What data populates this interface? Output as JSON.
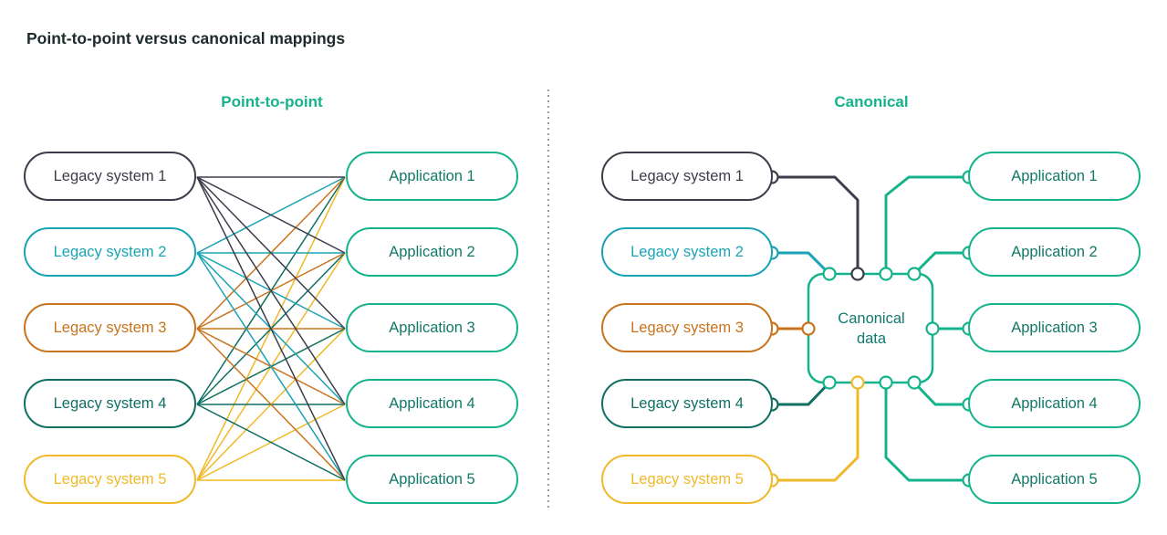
{
  "title": "Point-to-point versus canonical mappings",
  "colors": {
    "legacy1": "#3c3d4a",
    "legacy2": "#1aa3b4",
    "legacy3": "#c9731c",
    "legacy4": "#0f6f63",
    "legacy5": "#f0b92a",
    "app_border": "#15b38c",
    "app_text": "#127866",
    "panel_title": "#15b38c",
    "divider": "#9a9a9a"
  },
  "point_to_point": {
    "title": "Point-to-point",
    "legacy": [
      "Legacy system 1",
      "Legacy system 2",
      "Legacy system 3",
      "Legacy system 4",
      "Legacy system 5"
    ],
    "apps": [
      "Application 1",
      "Application 2",
      "Application 3",
      "Application 4",
      "Application 5"
    ]
  },
  "canonical": {
    "title": "Canonical",
    "hub_line1": "Canonical",
    "hub_line2": "data",
    "legacy": [
      "Legacy system 1",
      "Legacy system 2",
      "Legacy system 3",
      "Legacy system 4",
      "Legacy system 5"
    ],
    "apps": [
      "Application 1",
      "Application 2",
      "Application 3",
      "Application 4",
      "Application 5"
    ]
  }
}
